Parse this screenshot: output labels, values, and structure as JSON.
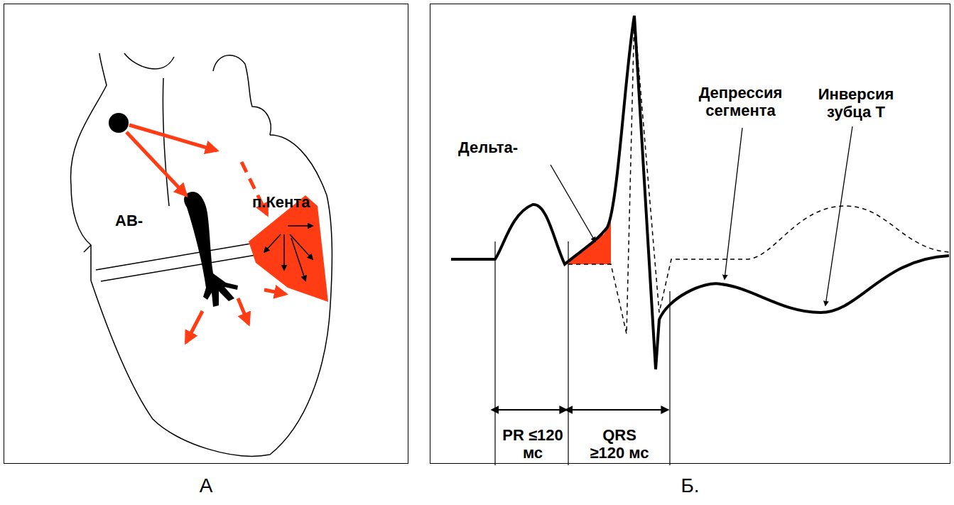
{
  "diagram": {
    "nodes": [
      {
        "text": [
          "А"
        ]
      },
      {
        "text": [
          "Б."
        ]
      }
    ],
    "labels": [
      "п.Кента",
      "AB-",
      "Дельта-",
      "Депрессия сегмента",
      "Инверсия зубца Т",
      "PR ≤120 мс",
      "QRS ≥120 мс"
    ]
  }
}
